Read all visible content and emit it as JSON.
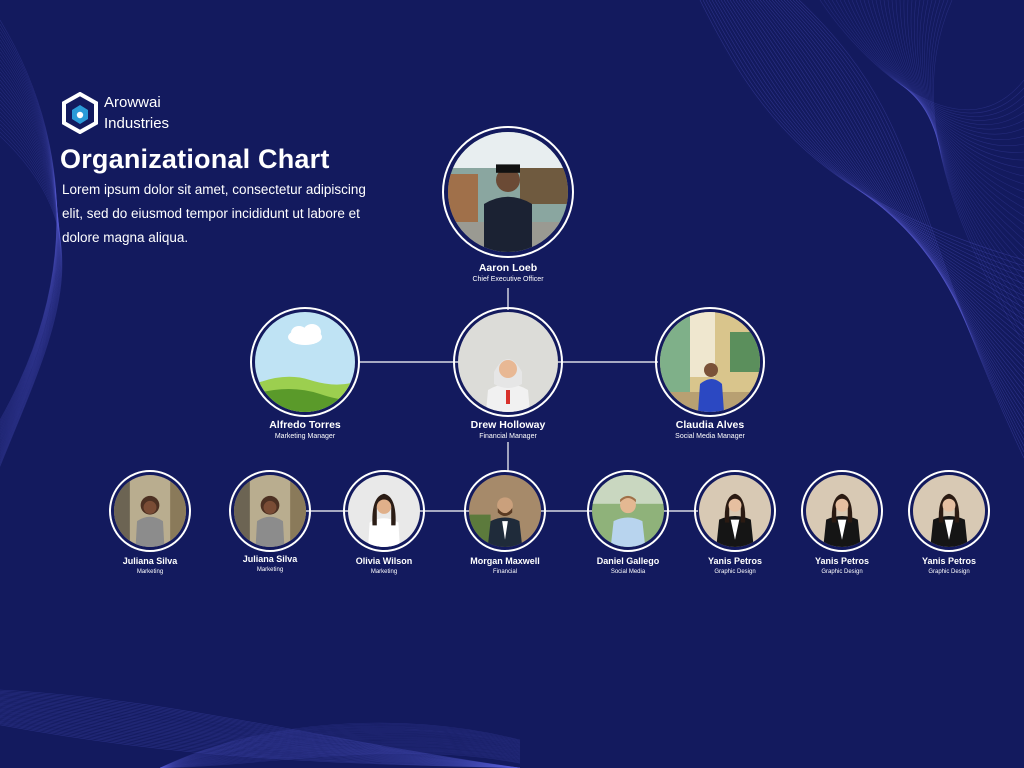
{
  "brand": {
    "name_line1": "Arowwai",
    "name_line2": "Industries"
  },
  "title": "Organizational Chart",
  "subtitle": "Lorem ipsum dolor sit amet, consectetur adipiscing elit, sed do eiusmod tempor incididunt ut labore et dolore magna aliqua.",
  "colors": {
    "background": "#131a5e",
    "ring": "#ffffff",
    "connector": "#ffffff",
    "wave": "#5b5fd6",
    "logo": "#2a9bd8"
  },
  "ceo": {
    "name": "Aaron Loeb",
    "role": "Chief Executive Officer"
  },
  "managers": [
    {
      "name": "Alfredo Torres",
      "role": "Marketing Manager"
    },
    {
      "name": "Drew Holloway",
      "role": "Financial Manager"
    },
    {
      "name": "Claudia Alves",
      "role": "Social Media Manager"
    }
  ],
  "staff": [
    {
      "name": "Juliana Silva",
      "role": "Marketing"
    },
    {
      "name": "Juliana Silva",
      "role": "Marketing"
    },
    {
      "name": "Olivia Wilson",
      "role": "Marketing"
    },
    {
      "name": "Morgan Maxwell",
      "role": "Financial"
    },
    {
      "name": "Daniel Gallego",
      "role": "Social Media"
    },
    {
      "name": "Yanis Petros",
      "role": "Graphic Design"
    },
    {
      "name": "Yanis Petros",
      "role": "Graphic Design"
    },
    {
      "name": "Yanis Petros",
      "role": "Graphic Design"
    }
  ]
}
